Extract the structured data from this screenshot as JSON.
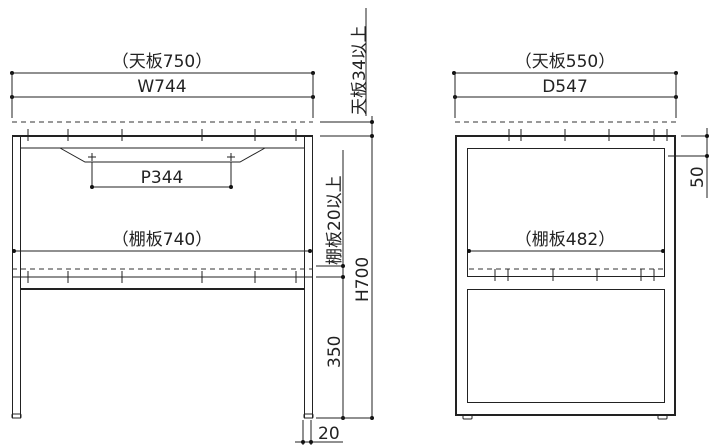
{
  "front_view": {
    "top_board_width": "（天板750）",
    "width": "W744",
    "wire_pitch": "P344",
    "shelf_width": "（棚板740）",
    "height": "H700",
    "top_clearance": "天板34以上",
    "shelf_clearance": "棚板20以上",
    "shelf_height": "350",
    "leg_width": "20"
  },
  "side_view": {
    "top_board_depth": "（天板550）",
    "depth": "D547",
    "shelf_depth": "（棚板482）",
    "apron_height": "50"
  }
}
